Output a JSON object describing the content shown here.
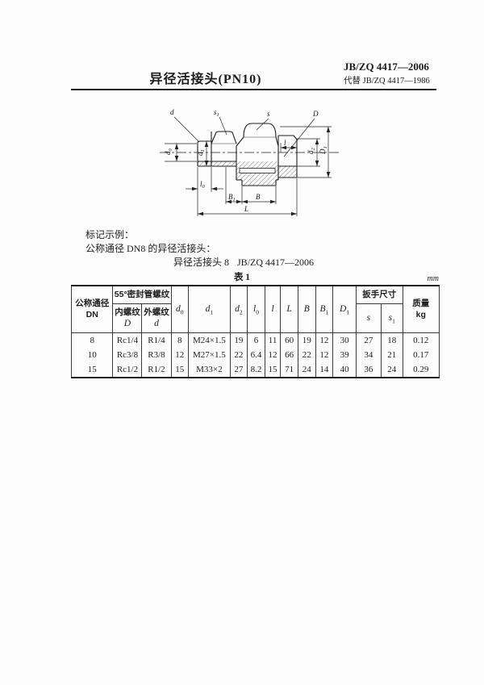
{
  "header": {
    "title": "异径活接头(PN10)",
    "standard": "JB/ZQ 4417—2006",
    "superseded": "代替 JB/ZQ 4417—1986"
  },
  "marking": {
    "heading": "标记示例：",
    "line1": "公称通径 DN8 的异径活接头：",
    "designation": "异径活接头 8",
    "designation_std": "JB/ZQ 4417—2006"
  },
  "drawing": {
    "labels": {
      "d": "d",
      "s1_base": "s",
      "s1_sub": "1",
      "s": "s",
      "D": "D",
      "d0_base": "d",
      "d0_sub": "0",
      "d1_base": "d",
      "d1_sub": "1",
      "d2_base": "d",
      "d2_sub": "2",
      "D1_base": "D",
      "D1_sub": "1",
      "l": "l",
      "l0_base": "l",
      "l0_sub": "0",
      "B1_base": "B",
      "B1_sub": "1",
      "B": "B",
      "L": "L"
    }
  },
  "table": {
    "caption": "表 1",
    "unit": "mm",
    "head": {
      "dn_line1": "公称通径",
      "dn_line2": "DN",
      "thread_group": "55°密封管螺纹",
      "internal_label": "内螺纹",
      "internal_sym": "D",
      "external_label": "外螺纹",
      "external_sym": "d",
      "cols": [
        {
          "base": "d",
          "sub": "0"
        },
        {
          "base": "d",
          "sub": "1"
        },
        {
          "base": "d",
          "sub": "2"
        },
        {
          "base": "l",
          "sub": "0"
        },
        {
          "base": "l",
          "sub": ""
        },
        {
          "base": "L",
          "sub": ""
        },
        {
          "base": "B",
          "sub": ""
        },
        {
          "base": "B",
          "sub": "1"
        },
        {
          "base": "D",
          "sub": "1"
        }
      ],
      "wrench_group": "扳手尺寸",
      "wrench_cols": [
        {
          "base": "s",
          "sub": ""
        },
        {
          "base": "s",
          "sub": "1"
        }
      ],
      "mass_line1": "质量",
      "mass_line2": "kg"
    },
    "rows": [
      [
        "8",
        "Rc1/4",
        "R1/4",
        "8",
        "M24×1.5",
        "19",
        "6",
        "11",
        "60",
        "19",
        "12",
        "30",
        "27",
        "18",
        "0.12"
      ],
      [
        "10",
        "Rc3/8",
        "R3/8",
        "12",
        "M27×1.5",
        "22",
        "6.4",
        "12",
        "66",
        "22",
        "12",
        "39",
        "34",
        "21",
        "0.17"
      ],
      [
        "15",
        "Rc1/2",
        "R1/2",
        "15",
        "M33×2",
        "27",
        "8.2",
        "15",
        "71",
        "24",
        "14",
        "40",
        "36",
        "24",
        "0.29"
      ]
    ]
  }
}
